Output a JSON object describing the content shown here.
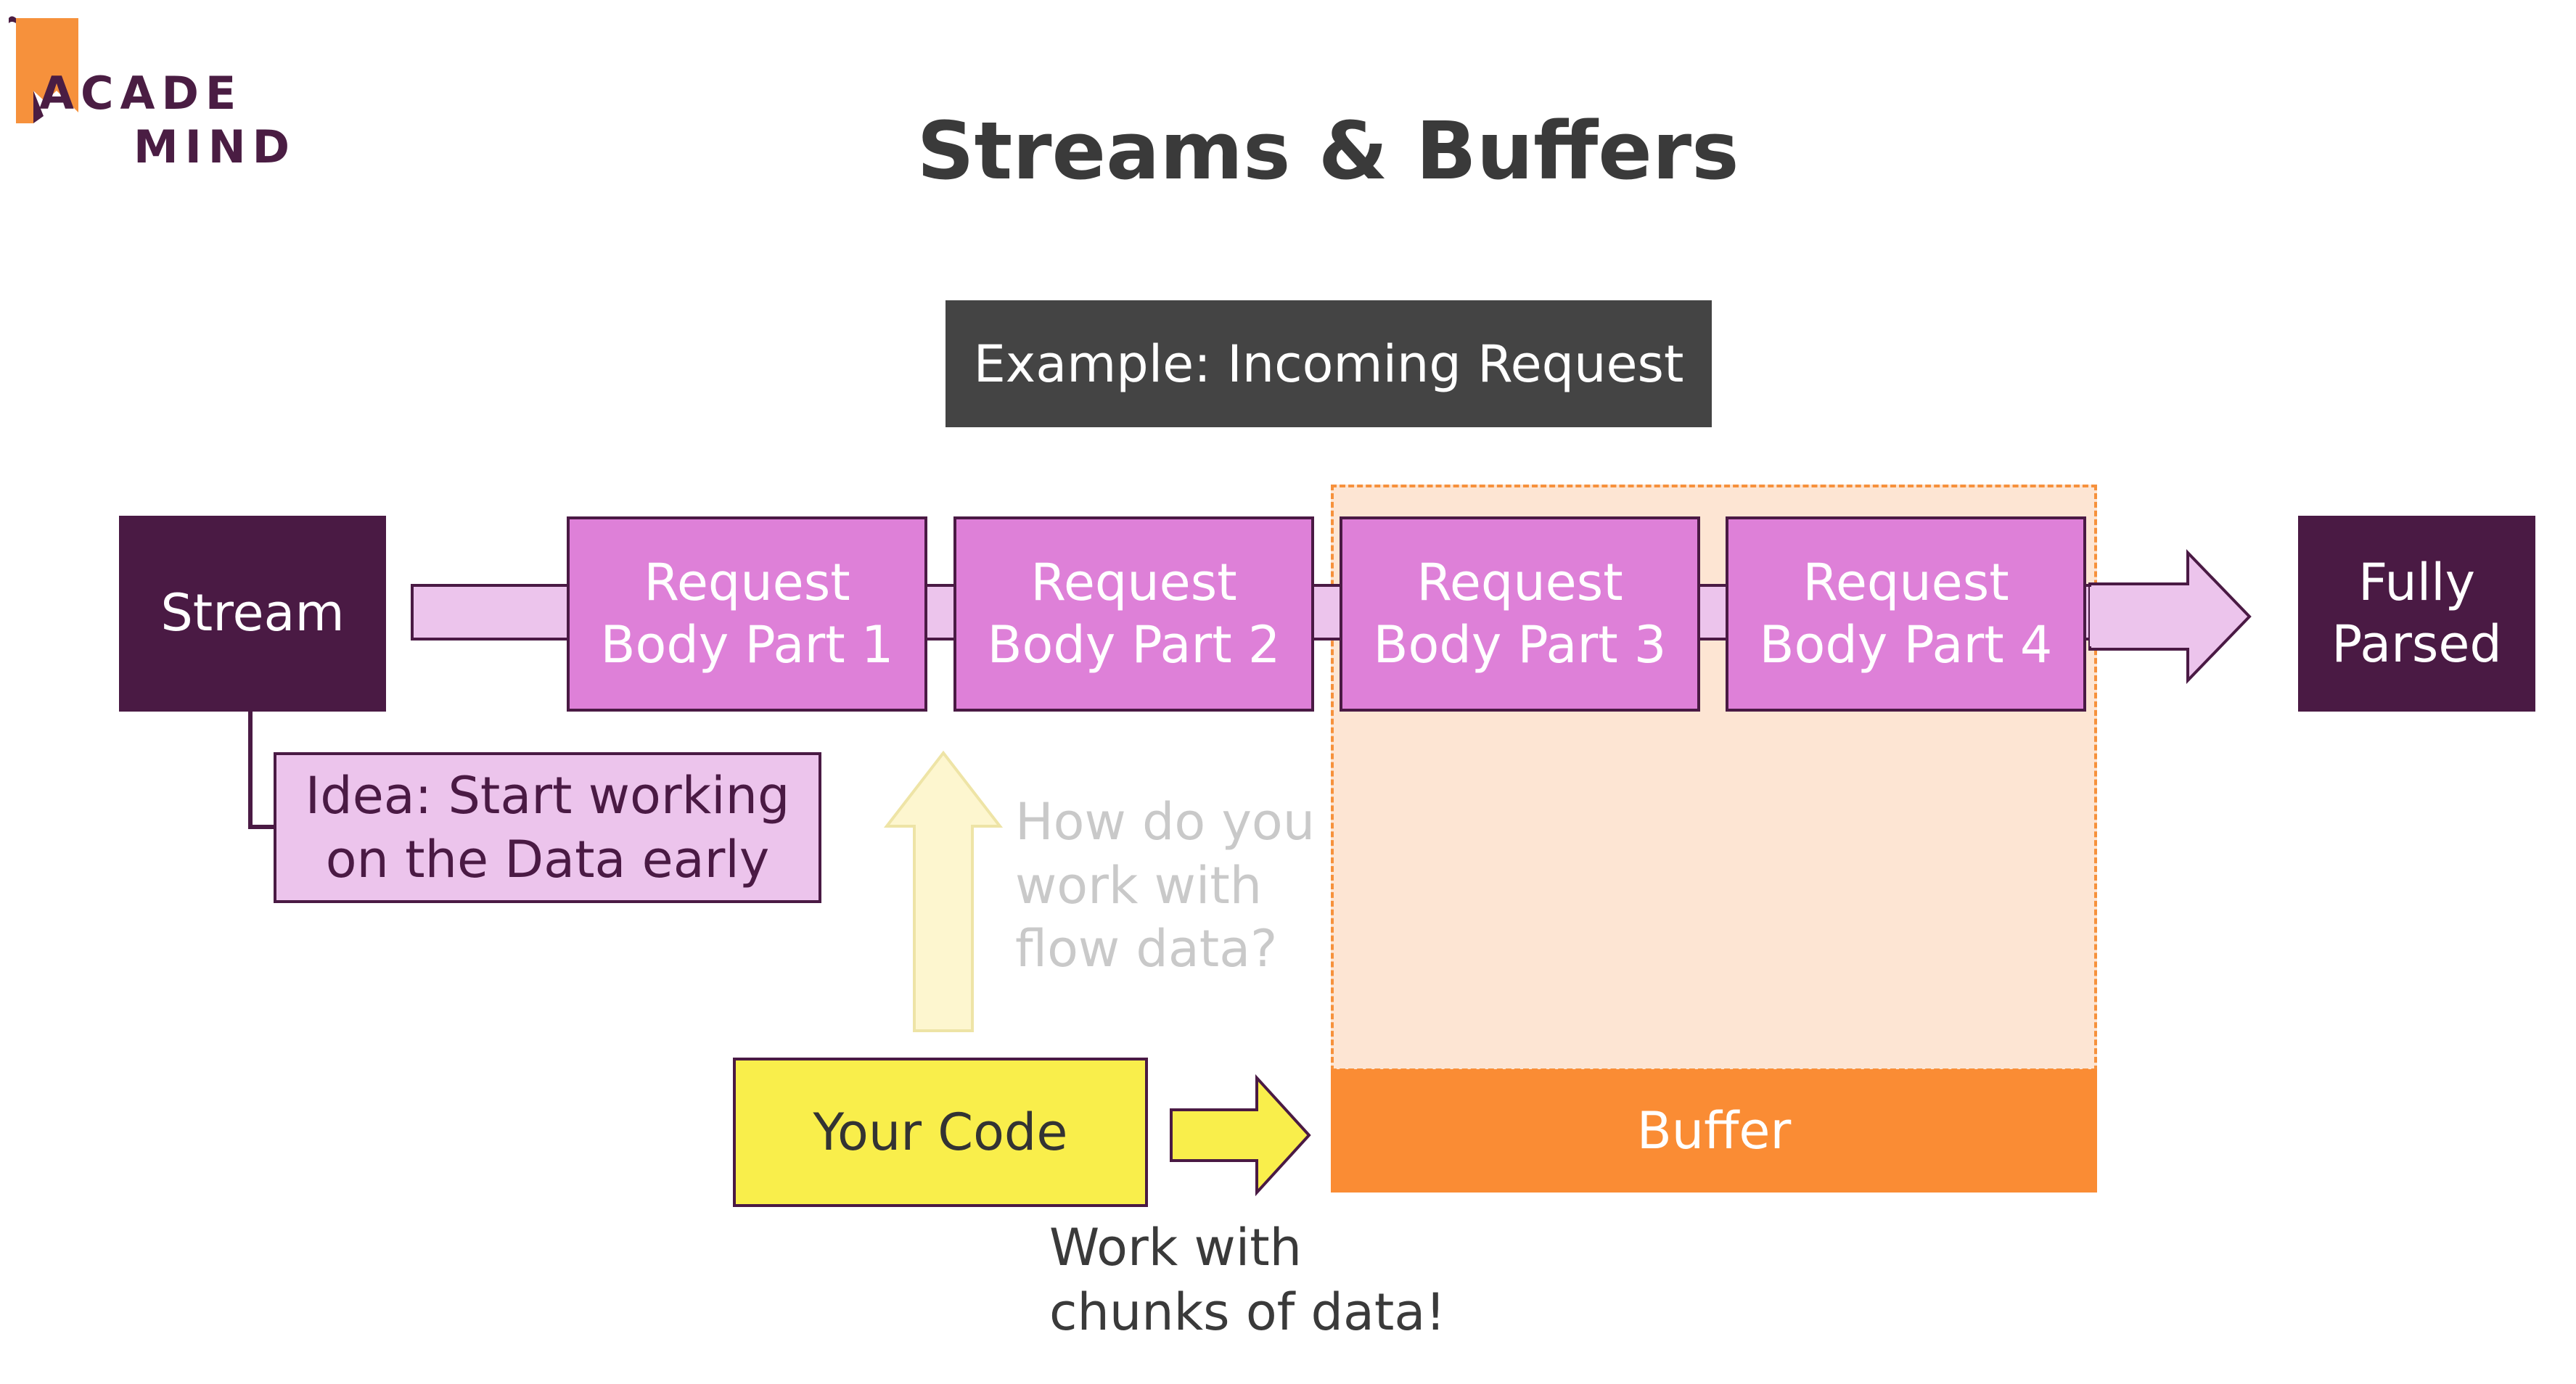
{
  "logo": {
    "line1": "ACADE",
    "line2": "MIND",
    "colors": {
      "mark": "#f6913c",
      "text": "#4a1d43"
    }
  },
  "title": "Streams & Buffers",
  "example_label": "Example: Incoming Request",
  "stream": {
    "label": "Stream"
  },
  "parts": [
    {
      "line1": "Request",
      "line2": "Body Part 1"
    },
    {
      "line1": "Request",
      "line2": "Body Part 2"
    },
    {
      "line1": "Request",
      "line2": "Body Part 3"
    },
    {
      "line1": "Request",
      "line2": "Body Part 4"
    }
  ],
  "fully_parsed": {
    "line1": "Fully",
    "line2": "Parsed"
  },
  "idea": {
    "line1": "Idea: Start working",
    "line2": "on the Data early"
  },
  "question": {
    "line1": "How do you",
    "line2": "work with",
    "line3": "flow data?"
  },
  "your_code": "Your Code",
  "buffer": "Buffer",
  "chunks_note": {
    "line1": "Work with",
    "line2": "chunks of data!"
  },
  "colors": {
    "dark_purple": "#4a1a44",
    "part_fill": "#de80d8",
    "pipe_fill": "#ecc4ec",
    "buffer_orange": "#fa8c34",
    "buffer_area": "#fde5d3",
    "code_yellow": "#f9ee4b",
    "faded_arrow": "#fdf6cf"
  }
}
